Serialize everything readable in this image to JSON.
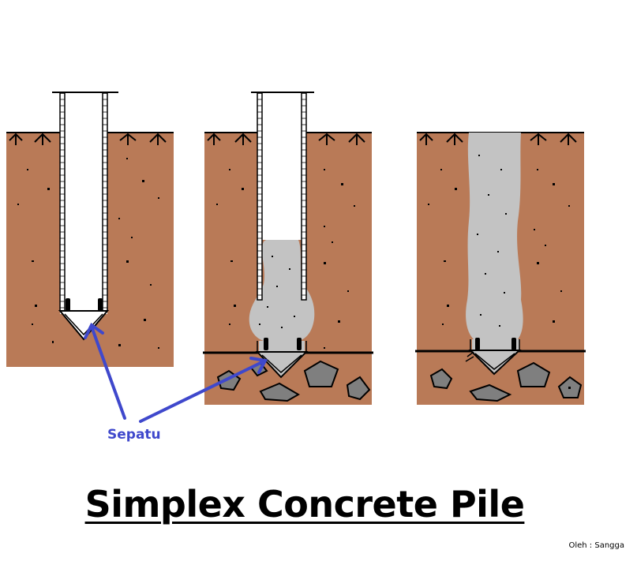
{
  "title": "Simplex Concrete Pile",
  "author": "Oleh : Sangga",
  "annotation": {
    "label": "Sepatu",
    "color": "#3f48cc"
  },
  "colors": {
    "soil": "#b97a57",
    "concrete": "#c3c3c3",
    "rock": "#7f7f7f",
    "outline": "#000000",
    "arrow": "#3f48cc"
  },
  "stages": [
    {
      "name": "stage-1-driving-casing"
    },
    {
      "name": "stage-2-pouring-concrete"
    },
    {
      "name": "stage-3-casing-withdrawn"
    }
  ]
}
